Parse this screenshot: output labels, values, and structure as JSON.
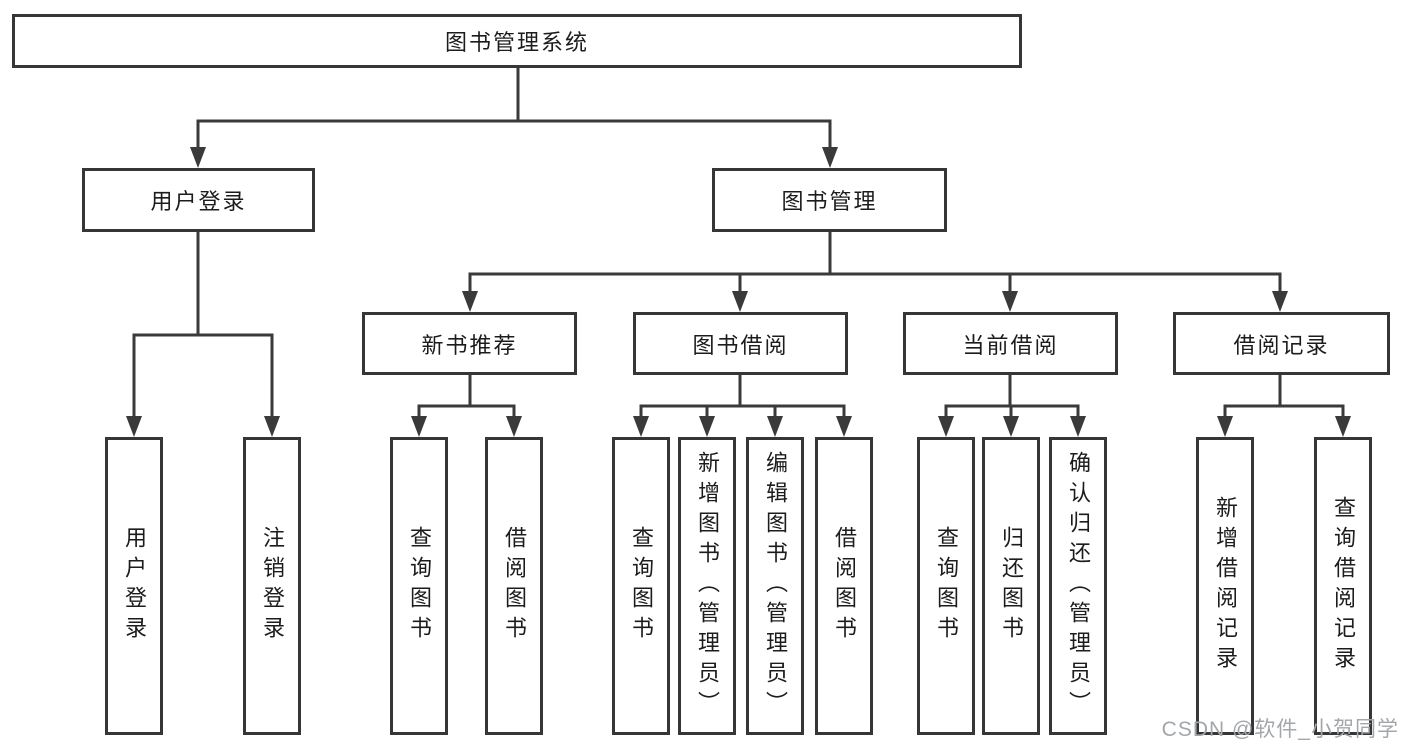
{
  "diagram": {
    "watermark": "CSDN @软件_小贺同学",
    "colors": {
      "background": "#ffffff",
      "line": "#3a3a3a",
      "box_border": "#363636",
      "text": "#1c1c1c",
      "watermark_text": "#a3a7aa"
    },
    "tree": {
      "label": "图书管理系统",
      "children": [
        {
          "label": "用户登录",
          "children": [
            {
              "label": "用户登录"
            },
            {
              "label": "注销登录"
            }
          ]
        },
        {
          "label": "图书管理",
          "children": [
            {
              "label": "新书推荐",
              "children": [
                {
                  "label": "查询图书"
                },
                {
                  "label": "借阅图书"
                }
              ]
            },
            {
              "label": "图书借阅",
              "children": [
                {
                  "label": "查询图书"
                },
                {
                  "label": "新增图书（管理员）"
                },
                {
                  "label": "编辑图书（管理员）"
                },
                {
                  "label": "借阅图书"
                }
              ]
            },
            {
              "label": "当前借阅",
              "children": [
                {
                  "label": "查询图书"
                },
                {
                  "label": "归还图书"
                },
                {
                  "label": "确认归还（管理员）"
                }
              ]
            },
            {
              "label": "借阅记录",
              "children": [
                {
                  "label": "新增借阅记录"
                },
                {
                  "label": "查询借阅记录"
                }
              ]
            }
          ]
        }
      ]
    }
  }
}
